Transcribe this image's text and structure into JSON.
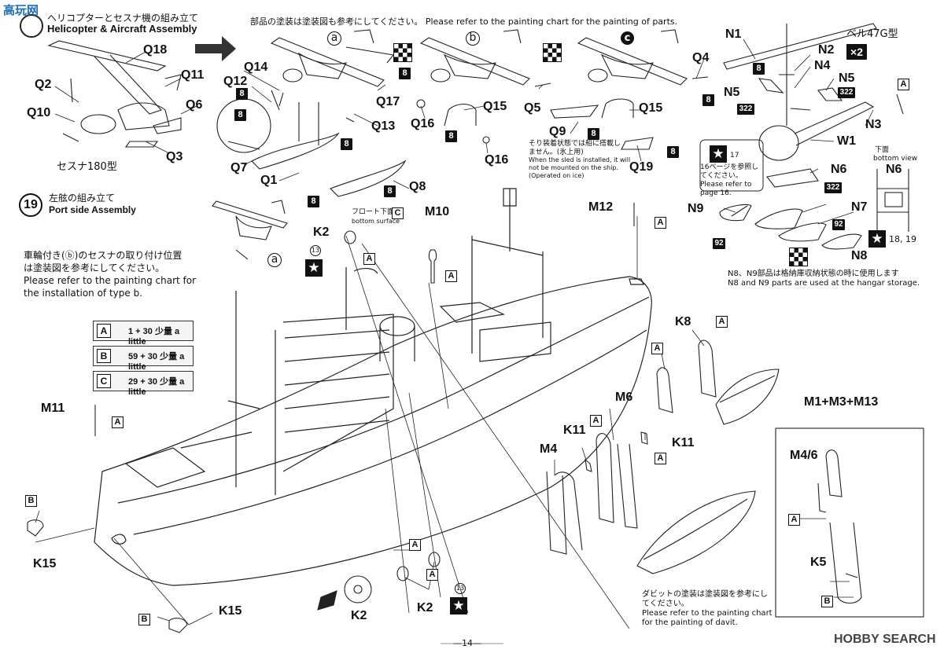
{
  "header": {
    "step_title_jp": "ヘリコプターとセスナ機の組み立て",
    "step_title_en": "Helicopter & Aircraft Assembly",
    "painting_note": "部品の塗装は塗装図も参考にしてください。 Please refer to the painting chart for the painting of parts.",
    "watermark_top": "高玩网"
  },
  "cessna": {
    "type_label": "セスナ180型",
    "variant_a": "a",
    "variant_b": "b",
    "variant_c": "c"
  },
  "helicopter": {
    "type_label": "ベル47G型",
    "count": "×2",
    "ref_note_jp": "16ページを参照してください。",
    "ref_note_en": "Please refer to page 16.",
    "ref_num": "17",
    "bottom_view_jp": "下面",
    "bottom_view_en": "bottom view",
    "hangar_note_jp": "N8、N9部品は格納庫収納状態の時に使用します",
    "hangar_note_en": "N8 and N9 parts are used at the hangar storage.",
    "decal_nums": "18, 19"
  },
  "sled_note": {
    "jp": "そり装着状態では船に搭載しません。(氷上用)",
    "en1": "When the sled is installed, it will",
    "en2": "not be mounted on the ship.",
    "en3": "(Operated on ice)"
  },
  "float_note": {
    "jp": "フロート下面",
    "en": "bottom surface"
  },
  "port_side": {
    "step_number": "19",
    "title_jp": "左舷の組み立て",
    "title_en": "Port side Assembly"
  },
  "cessna_install": {
    "jp1": "車輪付き(ⓑ)のセスナの取り付け位置",
    "jp2": "は塗装図を参考にしてください。",
    "en1": "Please refer to the painting chart for",
    "en2": "the installation of type b."
  },
  "legend": [
    {
      "key": "A",
      "mix": "1 + 30 少量 a little"
    },
    {
      "key": "B",
      "mix": "59 + 30 少量 a little"
    },
    {
      "key": "C",
      "mix": "29 + 30 少量 a little"
    }
  ],
  "davit_note": {
    "jp1": "ダビットの塗装は塗装図を参考にし",
    "jp2": "てください。",
    "en1": "Please refer to the painting chart",
    "en2": "for the painting of davit."
  },
  "parts": {
    "Q18": "Q18",
    "Q2": "Q2",
    "Q11": "Q11",
    "Q6": "Q6",
    "Q10": "Q10",
    "Q3": "Q3",
    "Q14": "Q14",
    "Q12": "Q12",
    "Q13": "Q13",
    "Q17": "Q17",
    "Q7": "Q7",
    "Q1": "Q1",
    "Q8": "Q8",
    "Q15a": "Q15",
    "Q16a": "Q16",
    "Q16b": "Q16",
    "Q5": "Q5",
    "Q9": "Q9",
    "Q15b": "Q15",
    "Q19": "Q19",
    "Q4": "Q4",
    "N1": "N1",
    "N2": "N2",
    "N4": "N4",
    "N5a": "N5",
    "N5b": "N5",
    "N3": "N3",
    "W1": "W1",
    "N6a": "N6",
    "N6b": "N6",
    "N9": "N9",
    "N7": "N7",
    "N8": "N8",
    "K2a": "K2",
    "K2b": "K2",
    "K2c": "K2",
    "M10": "M10",
    "M12": "M12",
    "K8": "K8",
    "M1M3M13": "M1+M3+M13",
    "M11": "M11",
    "M6": "M6",
    "K11a": "K11",
    "K11b": "K11",
    "M4": "M4",
    "M46": "M4/6",
    "K5": "K5",
    "K15a": "K15",
    "K15b": "K15"
  },
  "paint_codes": {
    "c8": "8",
    "c322": "322",
    "c92": "92",
    "c13": "13"
  },
  "footer": {
    "page": "—14—",
    "watermark": "HOBBY SEARCH"
  }
}
